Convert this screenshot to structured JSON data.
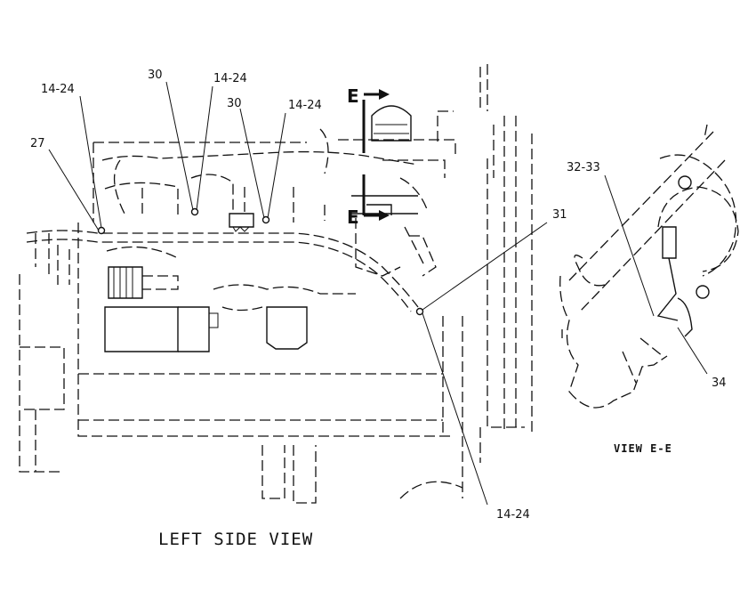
{
  "views": {
    "left_side_title": "LEFT SIDE VIEW",
    "view_e_title": "VIEW E-E",
    "section_marker_top": "E",
    "section_marker_bottom": "E"
  },
  "callouts": [
    {
      "id": "c1",
      "text": "14-24"
    },
    {
      "id": "c2",
      "text": "27"
    },
    {
      "id": "c3",
      "text": "30"
    },
    {
      "id": "c4",
      "text": "14-24"
    },
    {
      "id": "c5",
      "text": "30"
    },
    {
      "id": "c6",
      "text": "14-24"
    },
    {
      "id": "c7",
      "text": "31"
    },
    {
      "id": "c8",
      "text": "14-24"
    },
    {
      "id": "c9",
      "text": "32-33"
    },
    {
      "id": "c10",
      "text": "34"
    }
  ]
}
